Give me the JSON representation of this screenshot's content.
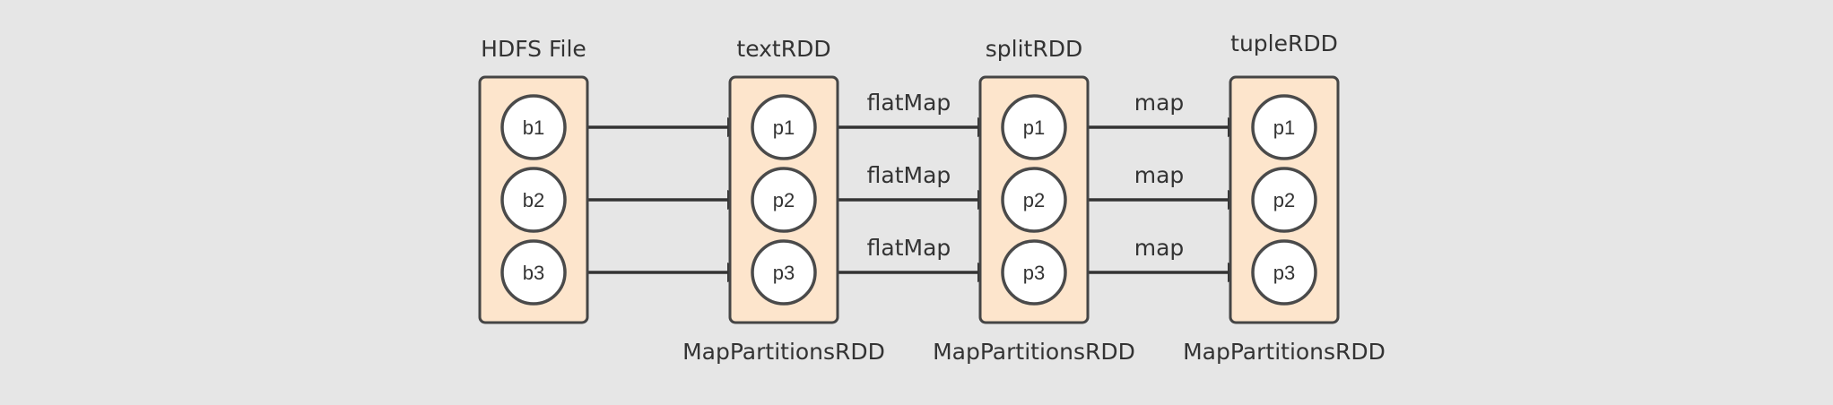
{
  "columns": [
    {
      "id": "hdfs",
      "title": "HDFS File",
      "subtitle": "",
      "nodes": [
        "b1",
        "b2",
        "b3"
      ]
    },
    {
      "id": "text",
      "title": "textRDD",
      "subtitle": "MapPartitionsRDD",
      "nodes": [
        "p1",
        "p2",
        "p3"
      ]
    },
    {
      "id": "split",
      "title": "splitRDD",
      "subtitle": "MapPartitionsRDD",
      "nodes": [
        "p1",
        "p2",
        "p3"
      ]
    },
    {
      "id": "tuple",
      "title": "tupleRDD",
      "subtitle": "MapPartitionsRDD",
      "nodes": [
        "p1",
        "p2",
        "p3"
      ]
    }
  ],
  "edges": [
    {
      "from_col": 0,
      "to_col": 1,
      "row": 0,
      "label": ""
    },
    {
      "from_col": 0,
      "to_col": 1,
      "row": 1,
      "label": ""
    },
    {
      "from_col": 0,
      "to_col": 1,
      "row": 2,
      "label": ""
    },
    {
      "from_col": 1,
      "to_col": 2,
      "row": 0,
      "label": "flatMap"
    },
    {
      "from_col": 1,
      "to_col": 2,
      "row": 1,
      "label": "flatMap"
    },
    {
      "from_col": 1,
      "to_col": 2,
      "row": 2,
      "label": "flatMap"
    },
    {
      "from_col": 2,
      "to_col": 3,
      "row": 0,
      "label": "map"
    },
    {
      "from_col": 2,
      "to_col": 3,
      "row": 1,
      "label": "map"
    },
    {
      "from_col": 2,
      "to_col": 3,
      "row": 2,
      "label": "map"
    }
  ],
  "colors": {
    "background": "#e6e6e6",
    "box_fill": "#fde5cc",
    "box_stroke": "#454545",
    "node_fill": "#ffffff",
    "edge": "#333333"
  }
}
